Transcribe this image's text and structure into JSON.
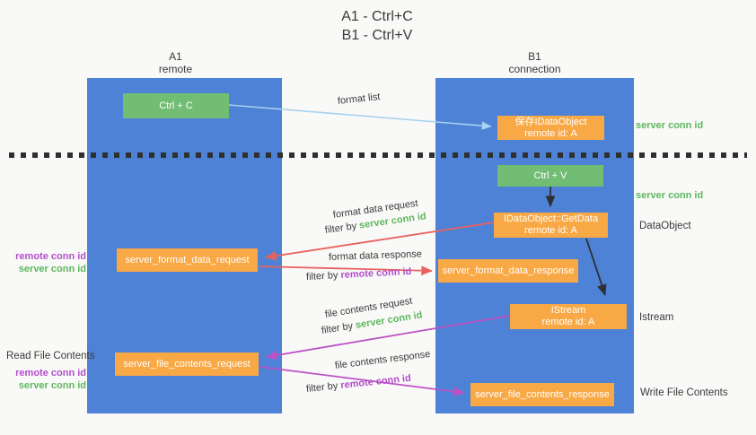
{
  "title": {
    "line1": "A1 - Ctrl+C",
    "line2": "B1 - Ctrl+V"
  },
  "columns": {
    "left": {
      "header_line1": "A1",
      "header_line2": "remote"
    },
    "right": {
      "header_line1": "B1",
      "header_line2": "connection"
    }
  },
  "nodes": {
    "ctrl_c": "Ctrl + C",
    "ctrl_v": "Ctrl + V",
    "save_idataobject_line1": "保存IDataObject",
    "save_idataobject_line2": "remote id: A",
    "getdata_line1": "IDataObject::GetData",
    "getdata_line2": "remote id: A",
    "istream_line1": "IStream",
    "istream_line2": "remote id: A",
    "format_request": "server_format_data_request",
    "format_response": "server_format_data_response",
    "file_request": "server_file_contents_request",
    "file_response": "server_file_contents_response"
  },
  "flow_labels": {
    "format_list": "format list",
    "format_data_request": "format data request",
    "format_data_response": "format data response",
    "file_contents_request": "file contents request",
    "file_contents_response": "file contents response",
    "filter_by": "filter by ",
    "server_conn_id": "server conn id",
    "remote_conn_id": "remote conn id"
  },
  "side_labels": {
    "server_conn_id_top": "server conn id",
    "server_conn_id_mid": "server conn id",
    "dataobject": "DataObject",
    "istream": "Istream",
    "write_file_contents": "Write File Contents",
    "read_file_contents": "Read File Contents",
    "remote_conn_id": "remote conn id",
    "server_conn_id": "server conn id"
  },
  "colors": {
    "column_blue": "#4d82d6",
    "node_green": "#72bd74",
    "node_orange": "#f8a844",
    "arrow_light_blue": "#a5d2f0",
    "arrow_red": "#e7625f",
    "arrow_magenta": "#bb52c5",
    "arrow_black": "#2f2f2f",
    "text_green": "#5cb85c",
    "text_purple": "#b14fc9",
    "text_dark": "#3a3a3a",
    "background": "#f9f9f8"
  }
}
